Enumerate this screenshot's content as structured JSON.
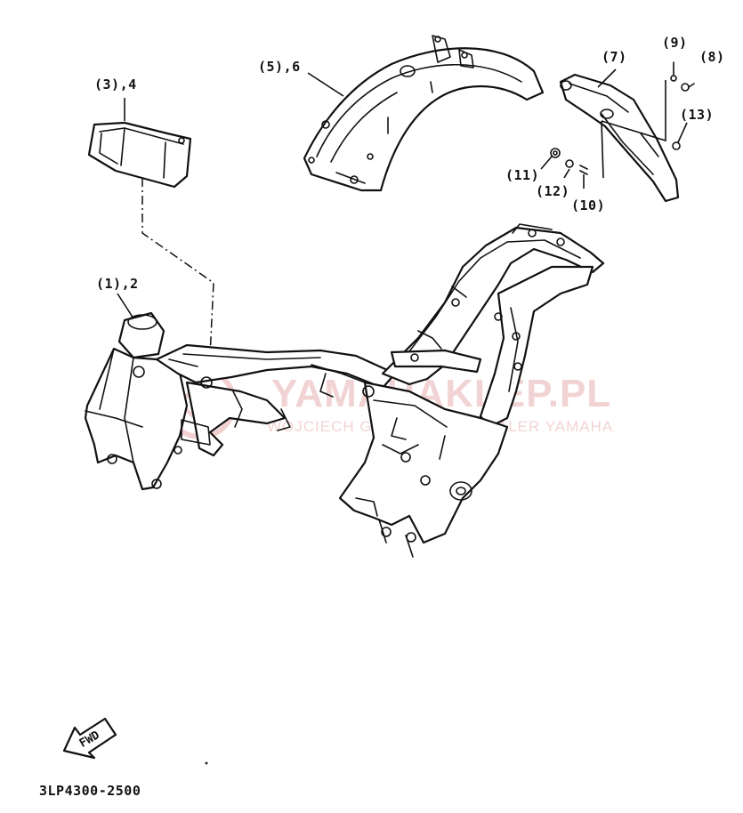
{
  "callouts": {
    "c1": "(1),2",
    "c3": "(3),4",
    "c5": "(5),6",
    "c7": "(7)",
    "c8": "(8)",
    "c9": "(9)",
    "c10": "(10)",
    "c11": "(11)",
    "c12": "(12)",
    "c13": "(13)"
  },
  "watermark": {
    "main": "YAMAHAKLEP.PL",
    "sub": "WOJCIECH GIL - YAMAHA DEALER YAMAHA",
    "color": "#e9b0b0"
  },
  "fwd_label": "FWD",
  "part_number": "3LP4300-2500"
}
